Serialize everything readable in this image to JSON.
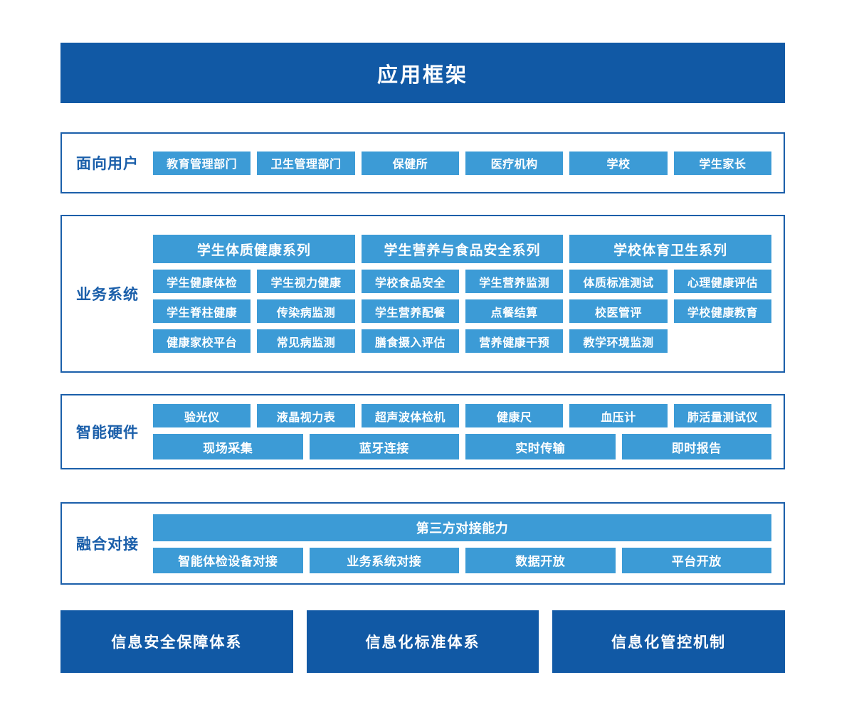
{
  "colors": {
    "dark_blue": "#1159a5",
    "border_blue": "#1b5faa",
    "chip_blue": "#3c9bd6",
    "label_blue": "#1b5faa",
    "background": "#ffffff"
  },
  "header": {
    "title": "应用框架"
  },
  "users": {
    "label": "面向用户",
    "items": [
      "教育管理部门",
      "卫生管理部门",
      "保健所",
      "医疗机构",
      "学校",
      "学生家长"
    ]
  },
  "business": {
    "label": "业务系统",
    "series_headers": [
      "学生体质健康系列",
      "学生营养与食品安全系列",
      "学校体育卫生系列"
    ],
    "rows": [
      [
        "学生健康体检",
        "学生视力健康",
        "学校食品安全",
        "学生营养监测",
        "体质标准测试",
        "心理健康评估"
      ],
      [
        "学生脊柱健康",
        "传染病监测",
        "学生营养配餐",
        "点餐结算",
        "校医管评",
        "学校健康教育"
      ],
      [
        "健康家校平台",
        "常见病监测",
        "膳食摄入评估",
        "营养健康干预",
        "教学环境监测",
        ""
      ]
    ]
  },
  "hardware": {
    "label": "智能硬件",
    "devices": [
      "验光仪",
      "液晶视力表",
      "超声波体检机",
      "健康尺",
      "血压计",
      "肺活量测试仪"
    ],
    "capabilities": [
      "现场采集",
      "蓝牙连接",
      "实时传输",
      "即时报告"
    ]
  },
  "fusion": {
    "label": "融合对接",
    "banner": "第三方对接能力",
    "items": [
      "智能体检设备对接",
      "业务系统对接",
      "数据开放",
      "平台开放"
    ]
  },
  "footer": {
    "items": [
      "信息安全保障体系",
      "信息化标准体系",
      "信息化管控机制"
    ]
  }
}
